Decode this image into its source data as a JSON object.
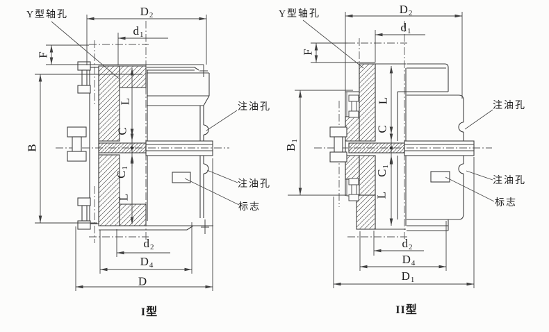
{
  "figure": {
    "background": "#fcfcfb",
    "line_color": "#3f3f3f",
    "left": {
      "caption": "I型",
      "callouts": {
        "shaft_hole": "Y型轴孔",
        "oil_hole_top": "注油孔",
        "oil_hole_bottom": "注油孔",
        "mark": "标志"
      },
      "dims": {
        "D2": {
          "base": "D",
          "sub": "2"
        },
        "d1": {
          "base": "d",
          "sub": "1"
        },
        "F": {
          "base": "F",
          "sub": ""
        },
        "B": {
          "base": "B",
          "sub": ""
        },
        "L_upper": {
          "base": "L",
          "sub": ""
        },
        "C": {
          "base": "C",
          "sub": ""
        },
        "C1": {
          "base": "C",
          "sub": "1"
        },
        "L_lower": {
          "base": "L",
          "sub": ""
        },
        "d2": {
          "base": "d",
          "sub": "2"
        },
        "D4": {
          "base": "D",
          "sub": "4"
        },
        "D": {
          "base": "D",
          "sub": ""
        }
      }
    },
    "right": {
      "caption": "II型",
      "callouts": {
        "shaft_hole": "Y型轴孔",
        "oil_hole_top": "注油孔",
        "oil_hole_bottom": "注油孔",
        "mark": "标志"
      },
      "dims": {
        "D2": {
          "base": "D",
          "sub": "2"
        },
        "d1": {
          "base": "d",
          "sub": "1"
        },
        "F": {
          "base": "F",
          "sub": ""
        },
        "B1": {
          "base": "B",
          "sub": "1"
        },
        "L_upper": {
          "base": "L",
          "sub": ""
        },
        "C": {
          "base": "C",
          "sub": ""
        },
        "C1": {
          "base": "C",
          "sub": "1"
        },
        "L_lower": {
          "base": "L",
          "sub": ""
        },
        "d2": {
          "base": "d",
          "sub": "2"
        },
        "D4": {
          "base": "D",
          "sub": "4"
        },
        "D1": {
          "base": "D",
          "sub": "1"
        }
      }
    }
  }
}
